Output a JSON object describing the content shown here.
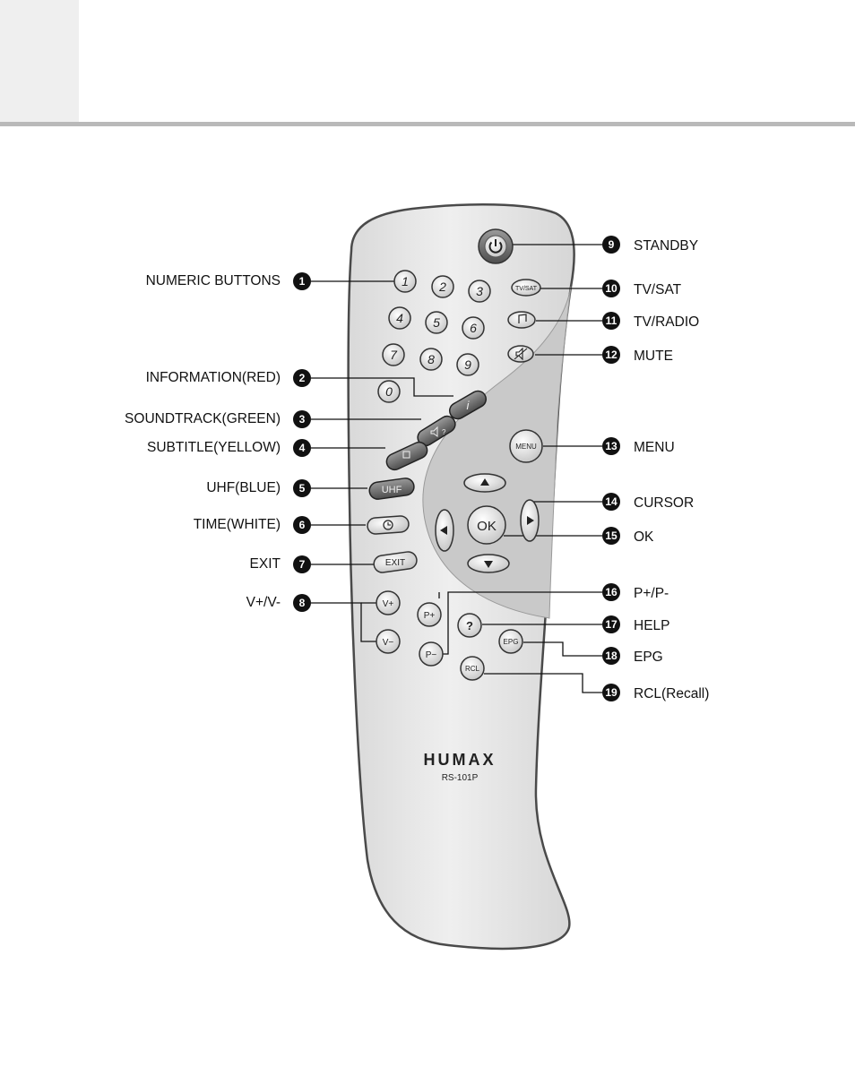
{
  "callouts_left": [
    {
      "num": "1",
      "label": "NUMERIC BUTTONS"
    },
    {
      "num": "2",
      "label": "INFORMATION(RED)"
    },
    {
      "num": "3",
      "label": "SOUNDTRACK(GREEN)"
    },
    {
      "num": "4",
      "label": "SUBTITLE(YELLOW)"
    },
    {
      "num": "5",
      "label": "UHF(BLUE)"
    },
    {
      "num": "6",
      "label": "TIME(WHITE)"
    },
    {
      "num": "7",
      "label": "EXIT"
    },
    {
      "num": "8",
      "label": "V+/V-"
    }
  ],
  "callouts_right": [
    {
      "num": "9",
      "label": "STANDBY"
    },
    {
      "num": "10",
      "label": "TV/SAT"
    },
    {
      "num": "11",
      "label": "TV/RADIO"
    },
    {
      "num": "12",
      "label": "MUTE"
    },
    {
      "num": "13",
      "label": "MENU"
    },
    {
      "num": "14",
      "label": "CURSOR"
    },
    {
      "num": "15",
      "label": "OK"
    },
    {
      "num": "16",
      "label": "P+/P-"
    },
    {
      "num": "17",
      "label": "HELP"
    },
    {
      "num": "18",
      "label": "EPG"
    },
    {
      "num": "19",
      "label": "RCL(Recall)"
    }
  ],
  "remote": {
    "brand": "HUMAX",
    "model": "RS-101P",
    "digits": [
      "1",
      "2",
      "3",
      "4",
      "5",
      "6",
      "7",
      "8",
      "9",
      "0"
    ],
    "buttons": {
      "tvsat": "TV/SAT",
      "menu": "MENU",
      "uhf": "UHF",
      "exit": "EXIT",
      "ok": "OK",
      "vplus": "V+",
      "vminus": "V−",
      "pplus": "P+",
      "pminus": "P−",
      "help": "?",
      "epg": "EPG",
      "rcl": "RCL",
      "info": "i"
    }
  },
  "colors": {
    "remote_body": "#e7e7e7",
    "panel": "#c9c9c9",
    "button": "#ececec",
    "colour_key": "#6a6a6a",
    "callout": "#111111",
    "header_rule": "#b9b9b9"
  }
}
